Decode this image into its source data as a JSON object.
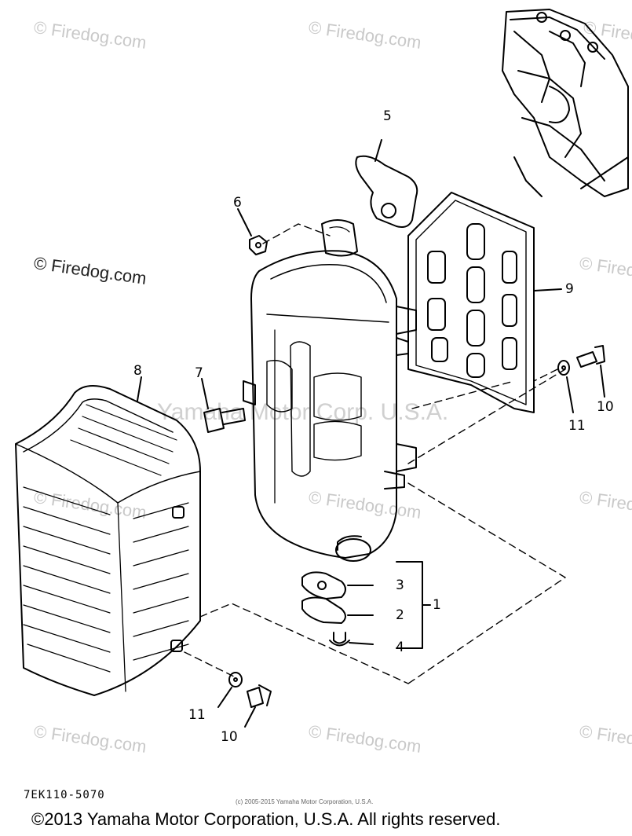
{
  "watermark": {
    "text": "© Firedog.com",
    "center_text": "Yamaha Motor Corp. U.S.A."
  },
  "callouts": [
    "1",
    "2",
    "3",
    "4",
    "5",
    "6",
    "7",
    "8",
    "9",
    "10",
    "11",
    "10",
    "11"
  ],
  "drawing_code": "7EK110-5070",
  "small_credit": "(c) 2005-2015 Yamaha Motor Corporation, U.S.A.",
  "footer": "©2013 Yamaha Motor Corporation, U.S.A. All rights reserved."
}
